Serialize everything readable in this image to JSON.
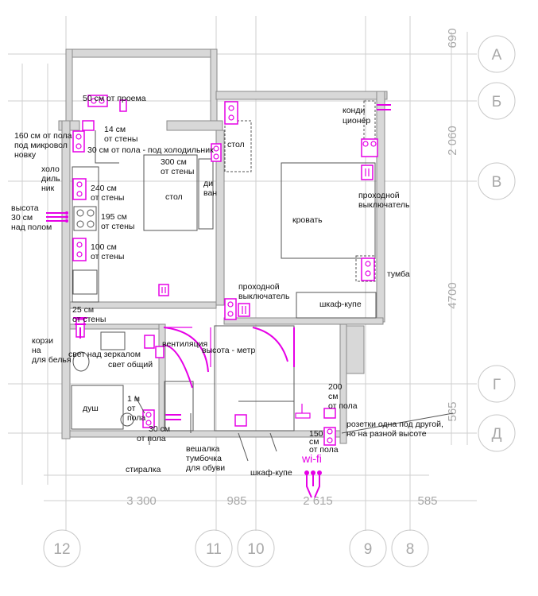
{
  "axes": {
    "letters": [
      "А",
      "Б",
      "В",
      "Г",
      "Д"
    ],
    "numbers": [
      "12",
      "11",
      "10",
      "9",
      "8"
    ]
  },
  "dims": {
    "right": [
      "690",
      "2 060",
      "4700",
      "565"
    ],
    "bottom": [
      "3 300",
      "985",
      "2 615",
      "585"
    ]
  },
  "rooms": {
    "top_room": "50 см от проема",
    "table_bedroom": "стол",
    "bed": "кровать",
    "ac": [
      "конди",
      "ционер"
    ],
    "pass_switch_right": [
      "проходной",
      "выключатель"
    ],
    "nightstand": "тумба",
    "pass_switch_center": [
      "проходной",
      "выключатель"
    ],
    "wardrobe_bedroom": "шкаф-купе",
    "kitchen_14": [
      "14 см",
      "от стены"
    ],
    "kitchen_160": [
      "160 см от пола",
      "под микровол",
      "новку"
    ],
    "kitchen_30": "30 см от пола - под холодильник",
    "kitchen_fridge": [
      "холо",
      "диль",
      "ник"
    ],
    "kitchen_300": [
      "300 см",
      "от стены"
    ],
    "kitchen_table": "стол",
    "sofa": [
      "ди",
      "ван"
    ],
    "kitchen_240": [
      "240 см",
      "от стены"
    ],
    "kitchen_height": [
      "высота",
      "30 см",
      "над полом"
    ],
    "kitchen_195": [
      "195 см",
      "от стены"
    ],
    "kitchen_100": [
      "100 см",
      "от стены"
    ],
    "bath_25": [
      "25 см",
      "от стены"
    ],
    "laundry_basket": [
      "корзи",
      "на",
      "для белья"
    ],
    "mirror_light": "свет над зеркалом",
    "common_light": "свет общий",
    "ventilation": "вентиляция",
    "height_meter": "высота - метр",
    "shower": "душ",
    "bath_1m": [
      "1 м",
      "от",
      "пола"
    ],
    "bath_30": [
      "30 см",
      "от пола"
    ],
    "washer": "стиралка",
    "hanger": [
      "вешалка",
      "тумбочка",
      "для обуви"
    ],
    "wardrobe_hall": "шкаф-купе",
    "hall_200": [
      "200",
      "см",
      "от пола"
    ],
    "hall_150": [
      "150",
      "см",
      "от пола"
    ],
    "sockets_note": [
      "розетки одна под другой,",
      "но на разной высоте"
    ],
    "wifi": "wi-fi"
  }
}
